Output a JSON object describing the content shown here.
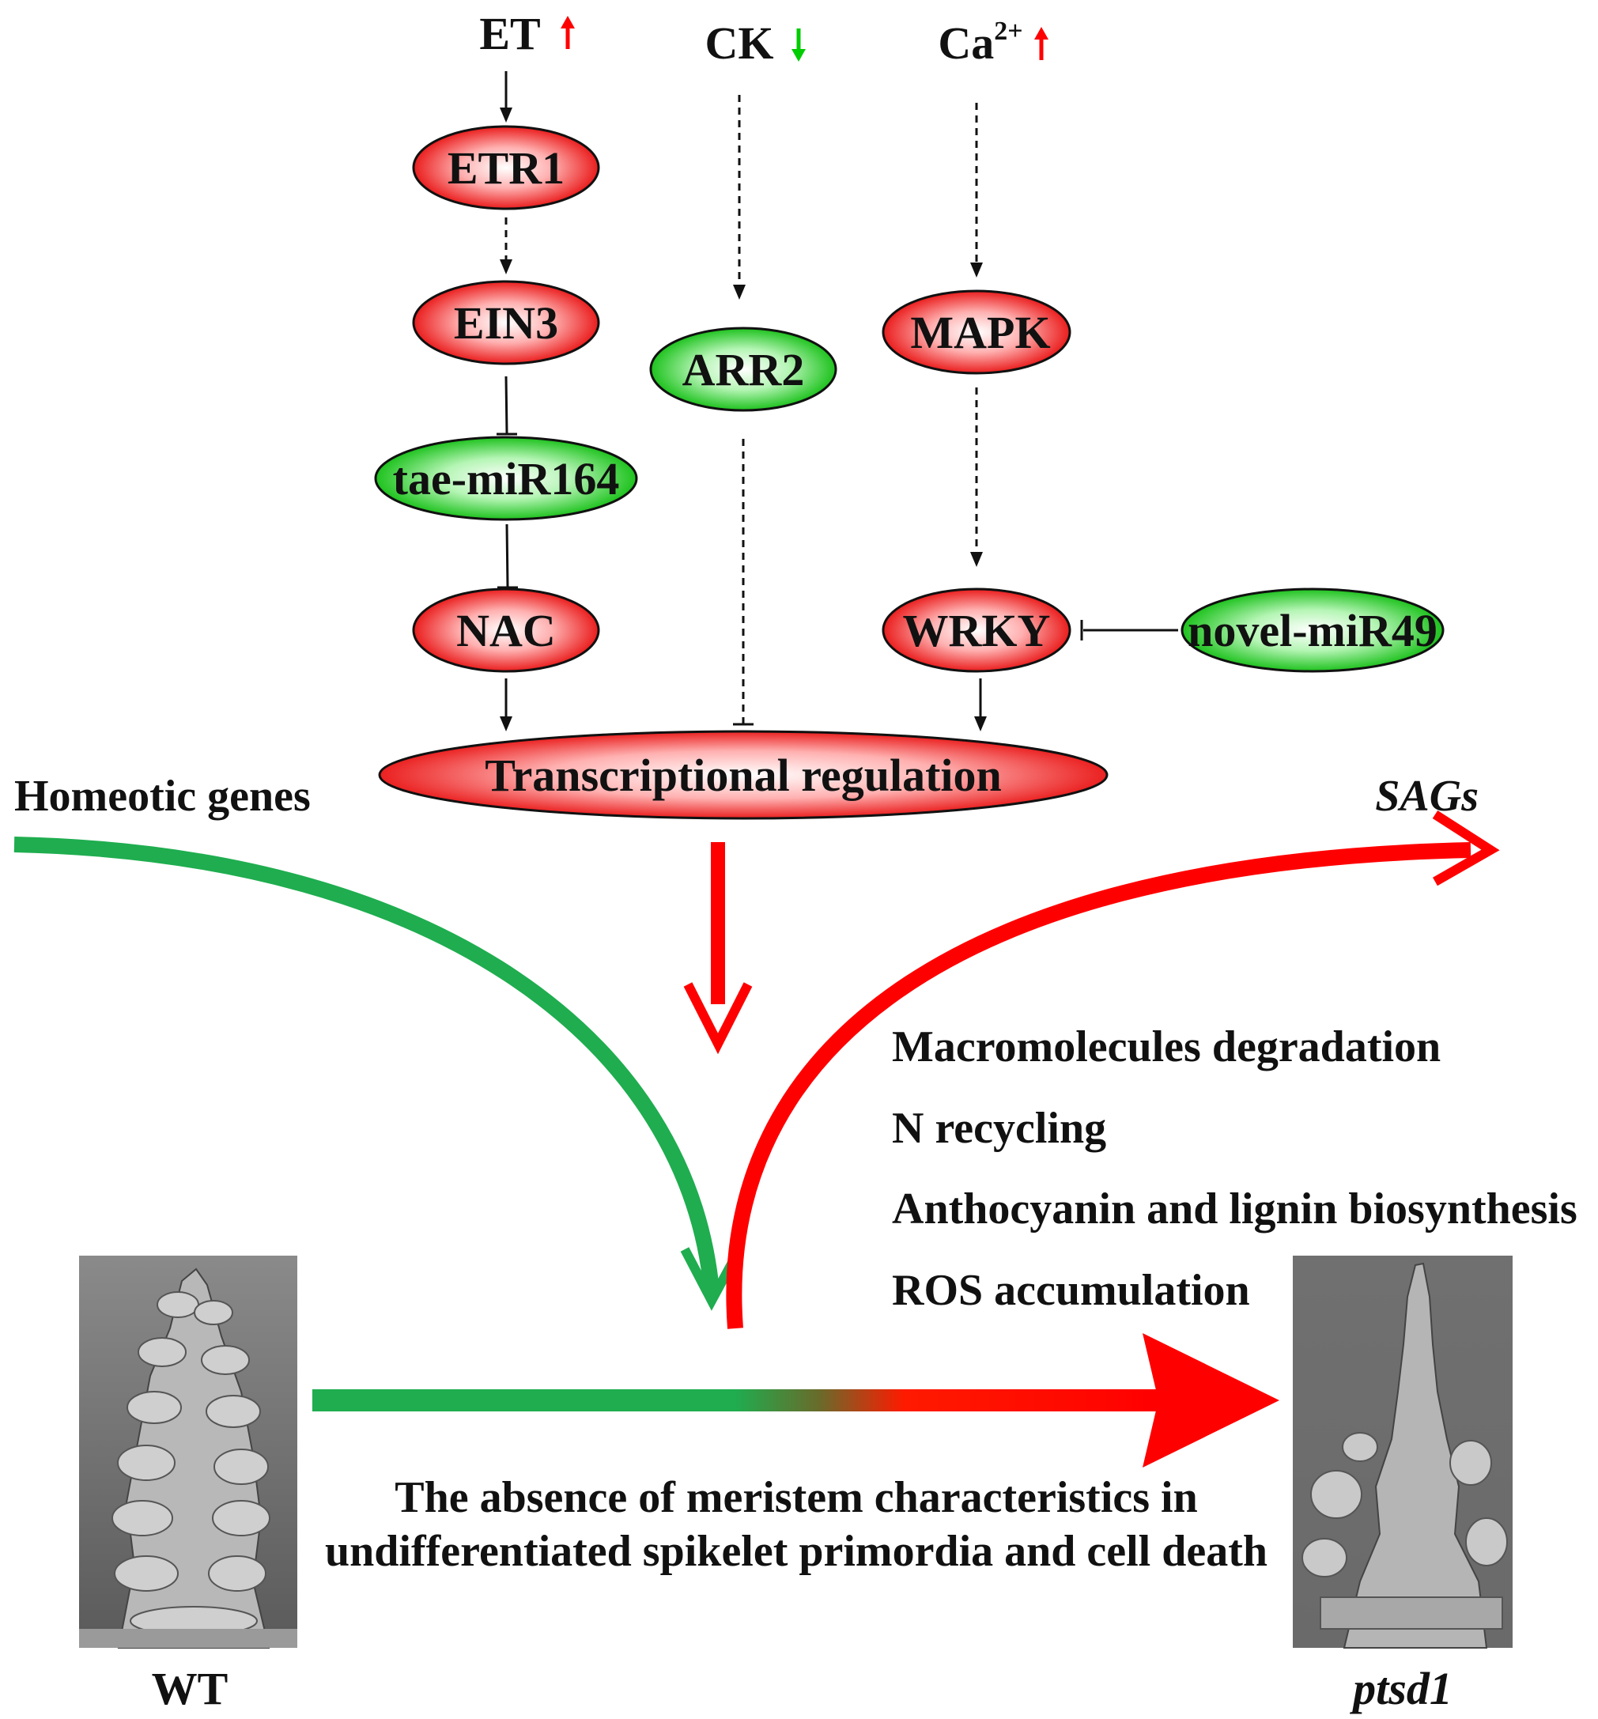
{
  "signals": {
    "et": "ET",
    "ck": "CK",
    "ca": "Ca",
    "ca_sup": "2+"
  },
  "nodes": {
    "etr1": "ETR1",
    "ein3": "EIN3",
    "tae_mir164": "tae-miR164",
    "nac": "NAC",
    "arr2": "ARR2",
    "mapk": "MAPK",
    "wrky": "WRKY",
    "novel_mir49": "novel-miR49",
    "transcriptional_regulation": "Transcriptional regulation"
  },
  "labels": {
    "homeotic_genes": "Homeotic genes",
    "sags": "SAGs",
    "processes": [
      "Macromolecules degradation",
      "N recycling",
      "Anthocyanin and lignin biosynthesis",
      "ROS accumulation"
    ],
    "outcome_line1": "The absence of meristem characteristics in",
    "outcome_line2": "undifferentiated spikelet primordia and cell death",
    "wt": "WT",
    "mutant": "ptsd1"
  },
  "colors": {
    "up_red": "#ff0000",
    "down_green": "#00cc00",
    "node_red": "#ee2222",
    "node_green": "#22cc22",
    "arrow_green": "#1fad4f",
    "arrow_red": "#ff0000"
  }
}
